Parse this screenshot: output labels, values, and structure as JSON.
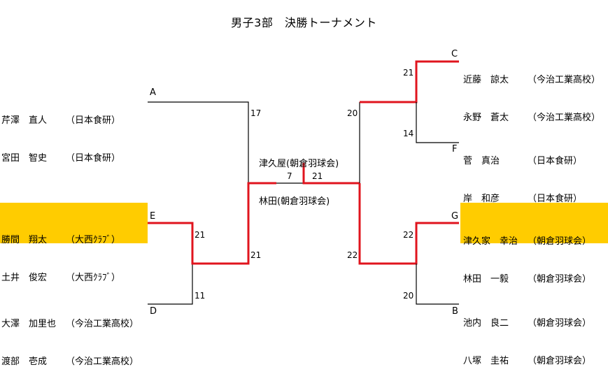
{
  "title": "男子3部　決勝トーナメント",
  "colors": {
    "winner_line": "#e0141e",
    "normal_line": "#000000",
    "highlight": "#ffcc00"
  },
  "left": [
    {
      "slot": "A",
      "players": [
        {
          "name": "芹澤　直人",
          "club": "（日本食研）"
        },
        {
          "name": "宮田　智史",
          "club": "（日本食研）"
        }
      ],
      "highlighted": false
    },
    {
      "slot": "E",
      "players": [
        {
          "name": "勝間　翔太",
          "club": "（大西ｸﾗﾌﾞ）"
        },
        {
          "name": "土井　俊宏",
          "club": "（大西ｸﾗﾌﾞ）"
        }
      ],
      "highlighted": true
    },
    {
      "slot": "D",
      "players": [
        {
          "name": "大澤　加里也",
          "club": "（今治工業高校）"
        },
        {
          "name": "渡部　壱成",
          "club": "（今治工業高校）"
        }
      ],
      "highlighted": false
    }
  ],
  "right": [
    {
      "slot": "C",
      "players": [
        {
          "name": "近藤　諒太",
          "club": "（今治工業高校）"
        },
        {
          "name": "永野　蒼太",
          "club": "（今治工業高校）"
        }
      ],
      "highlighted": false
    },
    {
      "slot": "F",
      "players": [
        {
          "name": "菅　真治",
          "club": "（日本食研）"
        },
        {
          "name": "岸　和彦",
          "club": "（日本食研）"
        }
      ],
      "highlighted": false
    },
    {
      "slot": "G",
      "players": [
        {
          "name": "津久家　幸治",
          "club": "（朝倉羽球会）"
        },
        {
          "name": "林田　一毅",
          "club": "（朝倉羽球会）"
        }
      ],
      "highlighted": true
    },
    {
      "slot": "B",
      "players": [
        {
          "name": "池内　良二",
          "club": "（朝倉羽球会）"
        },
        {
          "name": "八塚　圭祐",
          "club": "（朝倉羽球会）"
        }
      ],
      "highlighted": false
    }
  ],
  "champion": {
    "line1": "津久屋(朝倉羽球会)",
    "line2": "林田(朝倉羽球会)"
  },
  "scores": {
    "e_vs_d_e": "21",
    "e_vs_d_d": "11",
    "a_vs_ed_a": "17",
    "a_vs_ed_e": "21",
    "c_vs_f_c": "21",
    "c_vs_f_f": "14",
    "g_vs_b_g": "22",
    "g_vs_b_b": "20",
    "right_semi_top": "20",
    "right_semi_bottom": "22",
    "final_left": "7",
    "final_right": "21"
  }
}
